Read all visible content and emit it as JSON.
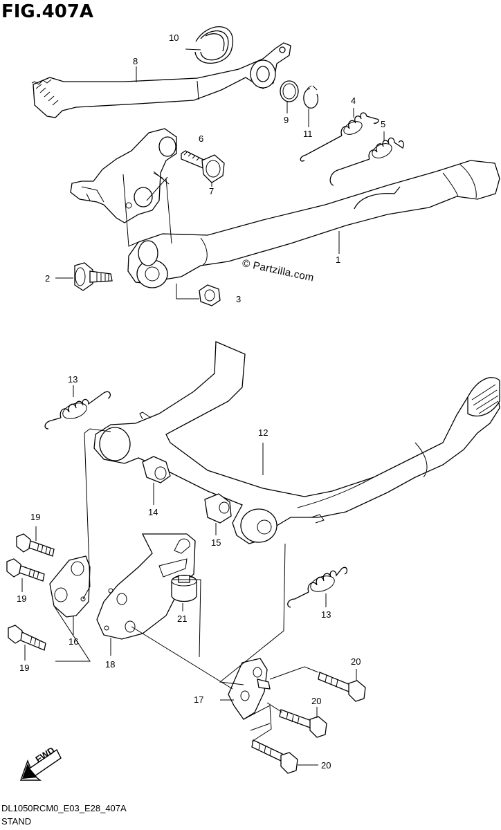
{
  "figure": {
    "title": "FIG.407A",
    "footer_code": "DL1050RCM0_E03_E28_407A",
    "footer_name": "STAND",
    "watermark": "© Partzilla.com",
    "fwd_label": "FWD"
  },
  "callouts": {
    "p1": "1",
    "p2": "2",
    "p3": "3",
    "p4": "4",
    "p5": "5",
    "p6": "6",
    "p7": "7",
    "p8": "8",
    "p9": "9",
    "p10": "10",
    "p11": "11",
    "p12": "12",
    "p13a": "13",
    "p13b": "13",
    "p14": "14",
    "p15": "15",
    "p16": "16",
    "p17": "17",
    "p18": "18",
    "p19a": "19",
    "p19b": "19",
    "p19c": "19",
    "p20a": "20",
    "p20b": "20",
    "p20c": "20",
    "p21": "21"
  }
}
